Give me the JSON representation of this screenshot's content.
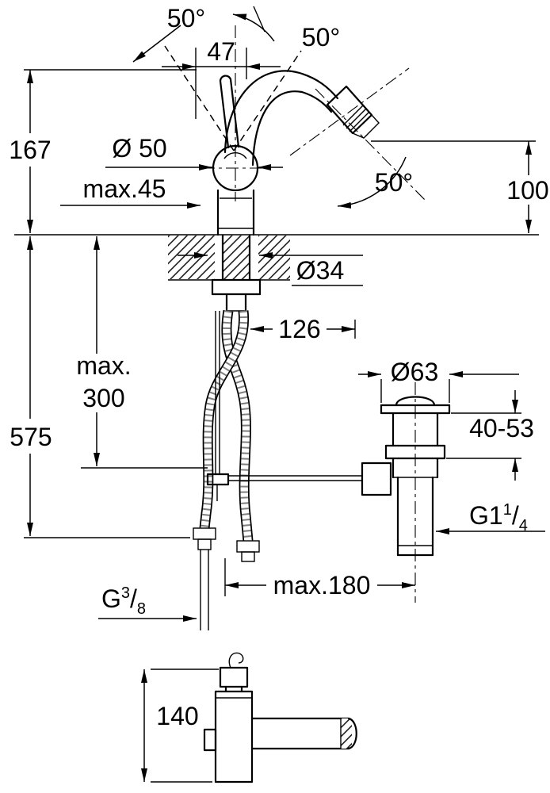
{
  "drawing": {
    "background": "#ffffff",
    "line_color": "#000000"
  },
  "labels": {
    "angle_left": "50°",
    "angle_right": "50°",
    "spout_width": "47",
    "height_above_deck": "167",
    "base_diameter": "Ø 50",
    "max_deck_thickness": "max.45",
    "spray_height": "100",
    "spray_angle": "50°",
    "hole_diameter": "Ø34",
    "hose_spread": "126",
    "max_word": "max.",
    "max_value": "300",
    "total_height": "575",
    "waste_flange_diameter": "Ø63",
    "clamp_range": "40-53",
    "waste_thread": {
      "prefix": "G1",
      "numerator": "1",
      "slash": "/",
      "denominator": "4"
    },
    "max_waste_distance": "max.180",
    "hose_thread": {
      "prefix": "G",
      "numerator": "3",
      "slash": "/",
      "denominator": "8"
    },
    "side_view_height": "140"
  }
}
